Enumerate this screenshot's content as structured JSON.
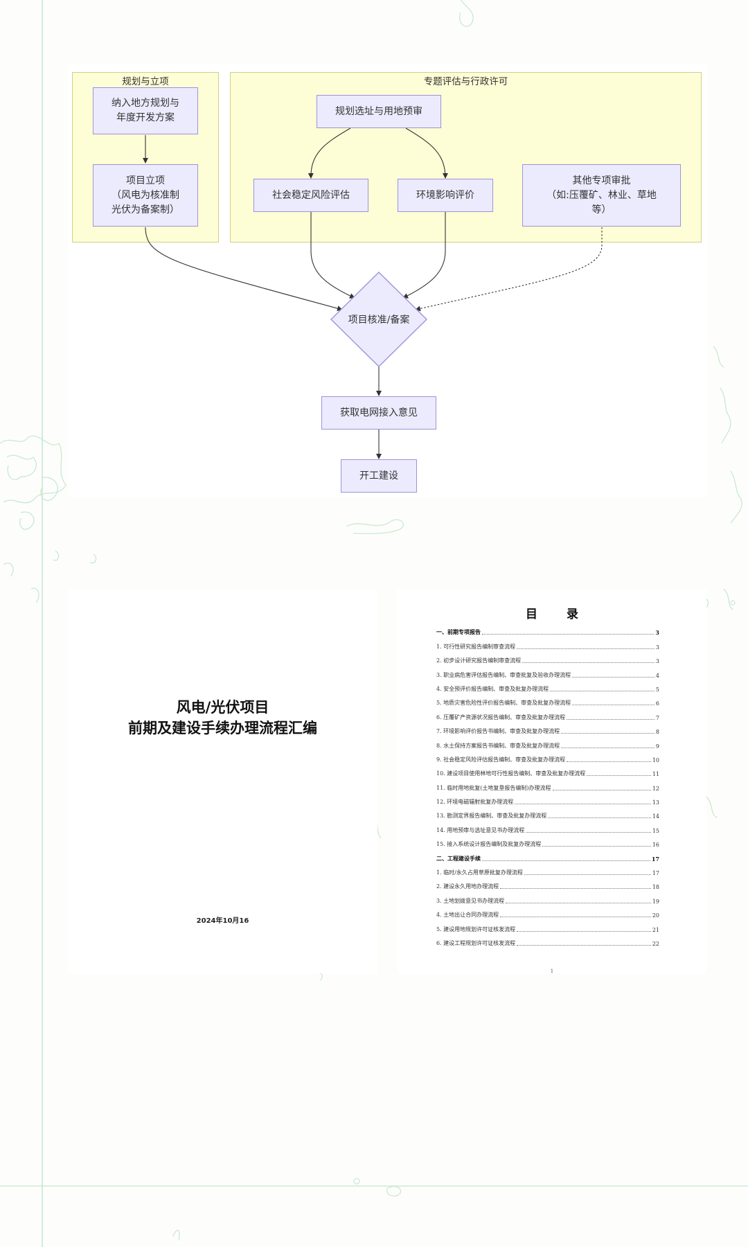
{
  "flowchart": {
    "groups": {
      "planning": {
        "title": "规划与立项"
      },
      "evaluation": {
        "title": "专题评估与行政许可"
      }
    },
    "nodes": {
      "local_plan": "纳入地方规划与\n年度开发方案",
      "project_setup": "项目立项\n（风电为核准制\n光伏为备案制）",
      "site_selection": "规划选址与用地预审",
      "social_risk": "社会稳定风险评估",
      "env_impact": "环境影响评价",
      "other_approvals": "其他专项审批\n（如:压覆矿、林业、草地\n等）",
      "approval": "项目核准/备案",
      "grid_access": "获取电网接入意见",
      "construction": "开工建设"
    }
  },
  "cover": {
    "title_line1": "风电/光伏项目",
    "title_line2": "前期及建设手续办理流程汇编",
    "date": "2024年10月16"
  },
  "toc": {
    "title": "目 录",
    "items": [
      {
        "label": "一、前期专项报告",
        "page": "3",
        "section": true
      },
      {
        "label": "1. 可行性研究报告编制审查流程",
        "page": "3"
      },
      {
        "label": "2. 初步设计研究报告编制审查流程",
        "page": "3"
      },
      {
        "label": "3. 职业病危害评估报告编制、审查批复及验收办理流程",
        "page": "4"
      },
      {
        "label": "4. 安全预评价报告编制、审查及批复办理流程",
        "page": "5"
      },
      {
        "label": "5. 地质灾害危险性评价报告编制、审查及批复办理流程",
        "page": "6"
      },
      {
        "label": "6. 压覆矿产资源状况报告编制、审查及批复办理流程",
        "page": "7"
      },
      {
        "label": "7. 环境影响评价报告书编制、审查及批复办理流程",
        "page": "8"
      },
      {
        "label": "8. 水土保持方案报告书编制、审查及批复办理流程",
        "page": "9"
      },
      {
        "label": "9. 社会稳定风险评估报告编制、审查及批复办理流程",
        "page": "10"
      },
      {
        "label": "10. 建设项目使用林地可行性报告编制、审查及批复办理流程",
        "page": "11"
      },
      {
        "label": "11. 临时用地批复(土地复垦报告编制)办理流程",
        "page": "12"
      },
      {
        "label": "12. 环境电磁辐射批复办理流程",
        "page": "13"
      },
      {
        "label": "13. 勘测定界报告编制、审查及批复办理流程",
        "page": "14"
      },
      {
        "label": "14. 用地预审与选址意见书办理流程",
        "page": "15"
      },
      {
        "label": "15. 接入系统设计报告编制及批复办理流程",
        "page": "16"
      },
      {
        "label": "二、工程建设手续",
        "page": "17",
        "section": true
      },
      {
        "label": "1. 临时/永久占用草原批复办理流程",
        "page": "17"
      },
      {
        "label": "2. 建设永久用地办理流程",
        "page": "18"
      },
      {
        "label": "3. 土地划拨意见书办理流程",
        "page": "19"
      },
      {
        "label": "4. 土地出让合同办理流程",
        "page": "20"
      },
      {
        "label": "5. 建设用地规划许可证核发流程",
        "page": "21"
      },
      {
        "label": "6. 建设工程规划许可证核发流程",
        "page": "22"
      }
    ],
    "footer_page": "1"
  },
  "colors": {
    "group_fill": "#fdfdd6",
    "group_border": "#cfd08a",
    "node_fill": "#ecebfe",
    "node_border": "#9d92d8",
    "decor_line": "#c4e6cc"
  }
}
